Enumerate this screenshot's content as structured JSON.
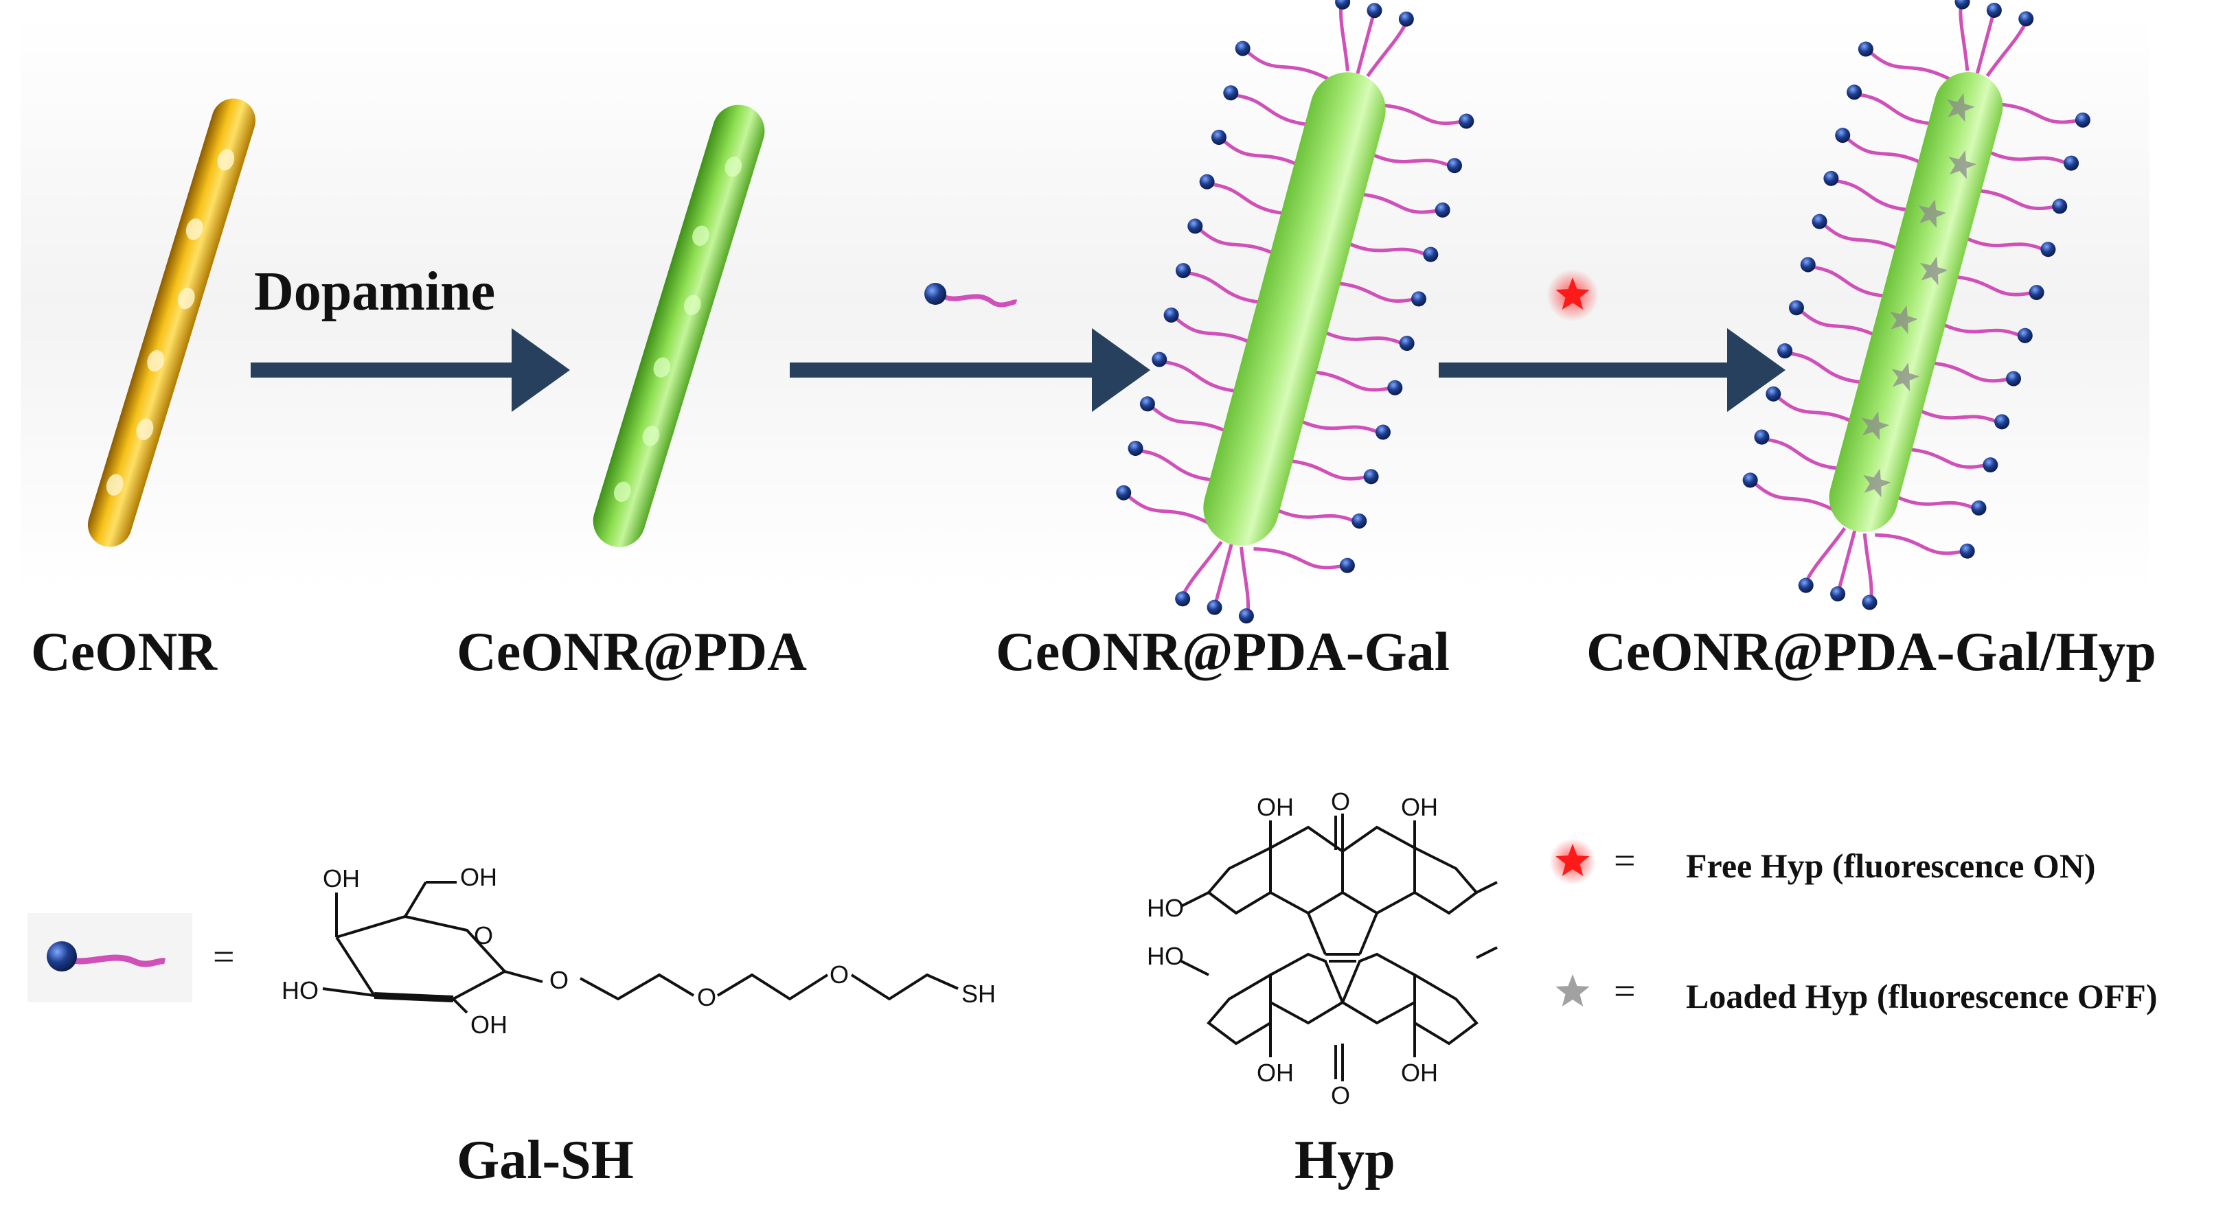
{
  "steps": {
    "arrow1_label": "Dopamine"
  },
  "labels": {
    "ceonr": "CeONR",
    "ceonr_pda": "CeONR@PDA",
    "ceonr_pda_gal": "CeONR@PDA-Gal",
    "ceonr_pda_gal_hyp": "CeONR@PDA-Gal/Hyp",
    "gal_sh": "Gal-SH",
    "hyp": "Hyp"
  },
  "legend": {
    "equals": "=",
    "free_hyp": "Free Hyp (fluorescence ON)",
    "loaded_hyp": "Loaded Hyp (fluorescence OFF)"
  },
  "chem": {
    "oh": "OH",
    "ho": "HO",
    "o": "O",
    "sh": "SH"
  },
  "colors": {
    "arrow": "#27405e",
    "rod_gold": "#f2b90c",
    "rod_green": "#86d84a",
    "ligand_tail": "#d04fb8",
    "ligand_head": "#1d3d8f",
    "free_star": "#ff1a1a",
    "loaded_star": "#8a8a8a"
  }
}
